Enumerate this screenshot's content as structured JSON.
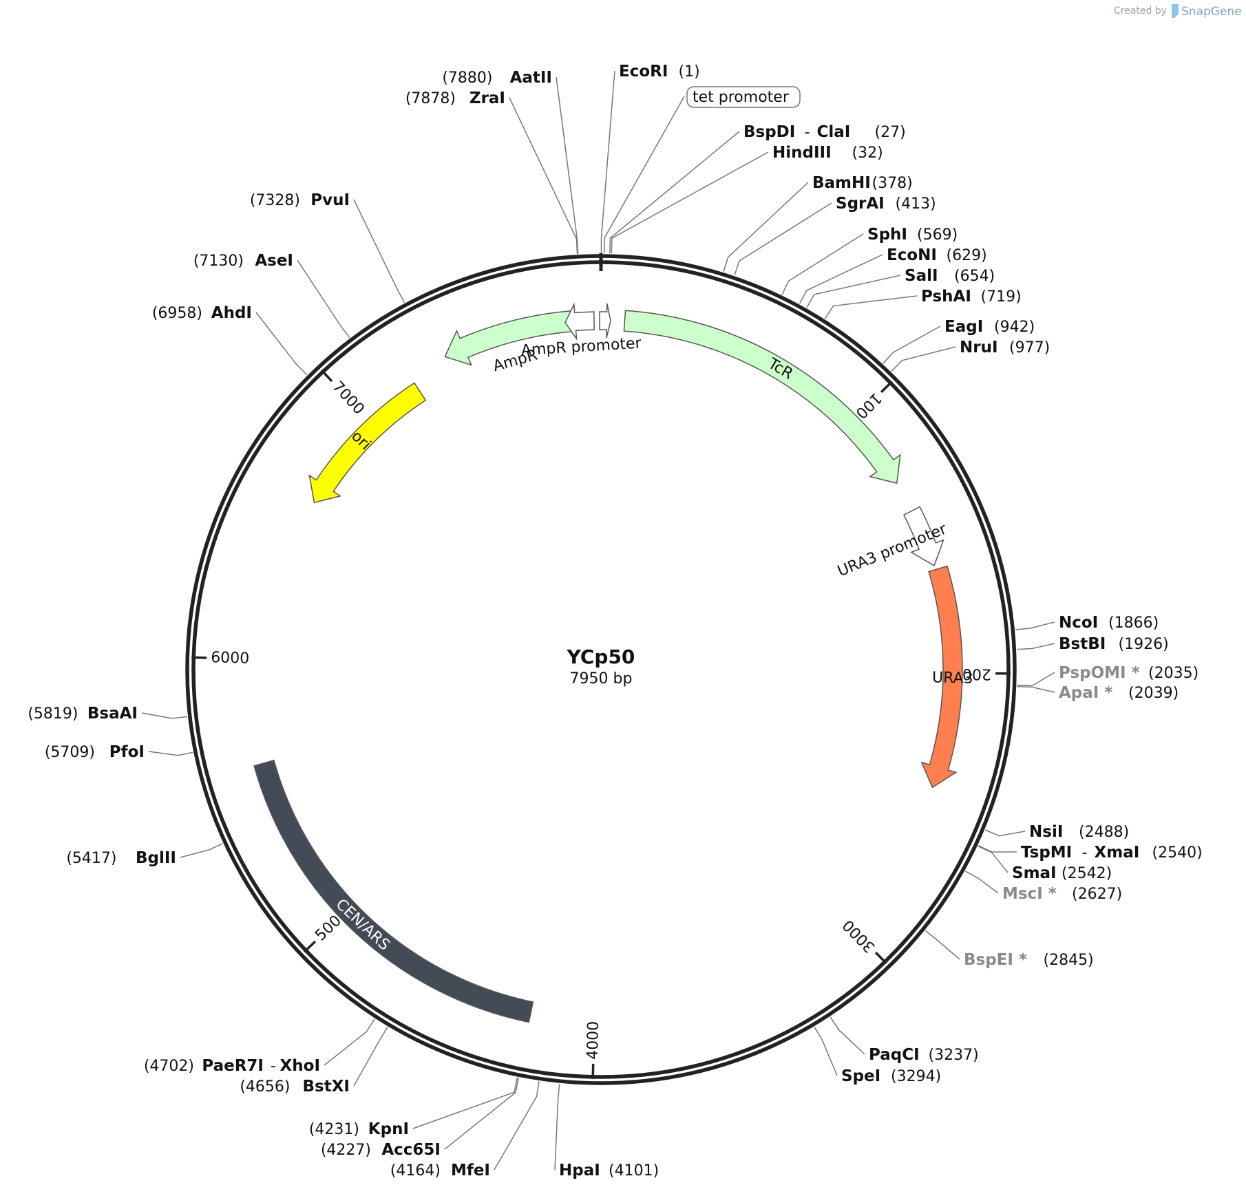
{
  "header": {
    "credit_prefix": "Created by",
    "credit_brand": "SnapGene"
  },
  "plasmid": {
    "name": "YCp50",
    "length_label": "7950 bp",
    "length_bp": 7950
  },
  "ticks": [
    {
      "bp": 1000,
      "label": "1000"
    },
    {
      "bp": 2000,
      "label": "2000"
    },
    {
      "bp": 3000,
      "label": "3000"
    },
    {
      "bp": 4000,
      "label": "4000"
    },
    {
      "bp": 5000,
      "label": "5000"
    },
    {
      "bp": 6000,
      "label": "6000"
    },
    {
      "bp": 7000,
      "label": "7000"
    }
  ],
  "features": [
    {
      "name": "TcR",
      "start": 86,
      "end": 1276,
      "direction": "forward",
      "color": "#ccffcc",
      "text_color": "#111111"
    },
    {
      "name": "URA3 promoter",
      "start": 1390,
      "end": 1605,
      "direction": "forward",
      "color": "#ffffff",
      "text_color": "#111111"
    },
    {
      "name": "URA3",
      "start": 1620,
      "end": 2420,
      "direction": "forward",
      "color": "#ff7f50",
      "text_color": "#111111"
    },
    {
      "name": "CEN/ARS",
      "start": 4230,
      "end": 5620,
      "direction": "none",
      "color": "#434b56",
      "text_color": "#ffffff"
    },
    {
      "name": "ori",
      "start": 6630,
      "end": 7220,
      "direction": "reverse",
      "color": "#ffff00",
      "text_color": "#111111"
    },
    {
      "name": "AmpR",
      "start": 7365,
      "end": 7850,
      "direction": "reverse",
      "color": "#ccffcc",
      "text_color": "#111111"
    },
    {
      "name": "AmpR promoter",
      "start": 7820,
      "end": 7925,
      "direction": "reverse",
      "color": "#ffffff",
      "text_color": "#111111"
    },
    {
      "name": "tet promoter",
      "start": 7945,
      "end": 7985,
      "direction": "forward",
      "color": "#ffffff",
      "text_color": "#111111"
    }
  ],
  "sites": [
    {
      "name": "EcoRI",
      "pos": "(1)",
      "bp": 1,
      "unique": true
    },
    {
      "name": "tet promoter",
      "pos": "",
      "bp": 10,
      "unique": true,
      "boxed": true
    },
    {
      "name": "BspDI",
      "name2": "ClaI",
      "pos": "(27)",
      "bp": 27,
      "unique": true
    },
    {
      "name": "HindIII",
      "pos": "(32)",
      "bp": 32,
      "unique": true
    },
    {
      "name": "BamHI",
      "pos": "(378)",
      "bp": 378,
      "unique": true
    },
    {
      "name": "SgrAI",
      "pos": "(413)",
      "bp": 413,
      "unique": true
    },
    {
      "name": "SphI",
      "pos": "(569)",
      "bp": 569,
      "unique": true
    },
    {
      "name": "EcoNI",
      "pos": "(629)",
      "bp": 629,
      "unique": true
    },
    {
      "name": "SalI",
      "pos": "(654)",
      "bp": 654,
      "unique": true
    },
    {
      "name": "PshAI",
      "pos": "(719)",
      "bp": 719,
      "unique": true
    },
    {
      "name": "EagI",
      "pos": "(942)",
      "bp": 942,
      "unique": true
    },
    {
      "name": "NruI",
      "pos": "(977)",
      "bp": 977,
      "unique": true
    },
    {
      "name": "NcoI",
      "pos": "(1866)",
      "bp": 1866,
      "unique": true
    },
    {
      "name": "BstBI",
      "pos": "(1926)",
      "bp": 1926,
      "unique": true
    },
    {
      "name": "PspOMI *",
      "pos": "(2035)",
      "bp": 2035,
      "unique": false
    },
    {
      "name": "ApaI *",
      "pos": "(2039)",
      "bp": 2039,
      "unique": false
    },
    {
      "name": "NsiI",
      "pos": "(2488)",
      "bp": 2488,
      "unique": true
    },
    {
      "name": "TspMI",
      "name2": "XmaI",
      "pos": "(2540)",
      "bp": 2540,
      "unique": true
    },
    {
      "name": "SmaI",
      "pos": "(2542)",
      "bp": 2542,
      "unique": true
    },
    {
      "name": "MscI *",
      "pos": "(2627)",
      "bp": 2627,
      "unique": false
    },
    {
      "name": "BspEI *",
      "pos": "(2845)",
      "bp": 2845,
      "unique": false
    },
    {
      "name": "PaqCI",
      "pos": "(3237)",
      "bp": 3237,
      "unique": true
    },
    {
      "name": "SpeI",
      "pos": "(3294)",
      "bp": 3294,
      "unique": true
    },
    {
      "name": "HpaI",
      "pos": "(4101)",
      "bp": 4101,
      "unique": true
    },
    {
      "name": "MfeI",
      "pos": "(4164)",
      "bp": 4164,
      "unique": true
    },
    {
      "name": "Acc65I",
      "pos": "(4227)",
      "bp": 4227,
      "unique": true
    },
    {
      "name": "KpnI",
      "pos": "(4231)",
      "bp": 4231,
      "unique": true
    },
    {
      "name": "BstXI",
      "pos": "(4656)",
      "bp": 4656,
      "unique": true
    },
    {
      "name": "PaeR7I",
      "name2": "XhoI",
      "pos": "(4702)",
      "bp": 4702,
      "unique": true
    },
    {
      "name": "BglII",
      "pos": "(5417)",
      "bp": 5417,
      "unique": true
    },
    {
      "name": "PfoI",
      "pos": "(5709)",
      "bp": 5709,
      "unique": true
    },
    {
      "name": "BsaAI",
      "pos": "(5819)",
      "bp": 5819,
      "unique": true
    },
    {
      "name": "AhdI",
      "pos": "(6958)",
      "bp": 6958,
      "unique": true
    },
    {
      "name": "AseI",
      "pos": "(7130)",
      "bp": 7130,
      "unique": true
    },
    {
      "name": "PvuI",
      "pos": "(7328)",
      "bp": 7328,
      "unique": true
    },
    {
      "name": "ZraI",
      "pos": "(7878)",
      "bp": 7878,
      "unique": true
    },
    {
      "name": "AatII",
      "pos": "(7880)",
      "bp": 7880,
      "unique": true
    }
  ]
}
